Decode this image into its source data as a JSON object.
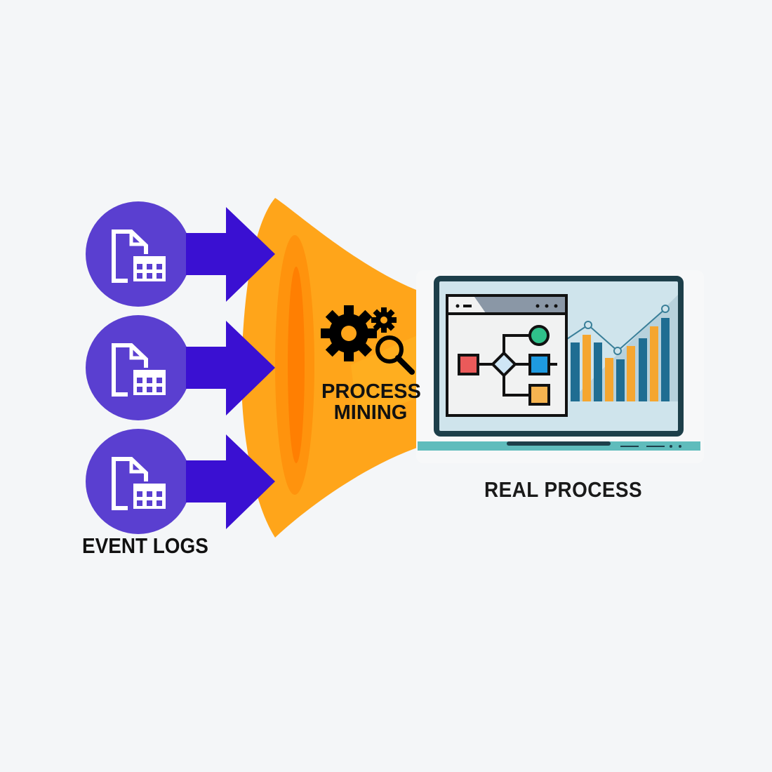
{
  "labels": {
    "event_logs": "EVENT LOGS",
    "process_mining_line1": "PROCESS",
    "process_mining_line2": "MINING",
    "real_process": "REAL PROCESS"
  },
  "colors": {
    "circle": "#5a3fd0",
    "arrow": "#3a10d2",
    "funnel": "#ffa51a",
    "funnel_dark": "#ff7a00",
    "laptop_frame": "#1d3f4a",
    "screen": "#cfe4ec",
    "laptop_base": "#5fbcbc",
    "bar_blue": "#1f6d92",
    "bar_orange": "#f5a630"
  }
}
